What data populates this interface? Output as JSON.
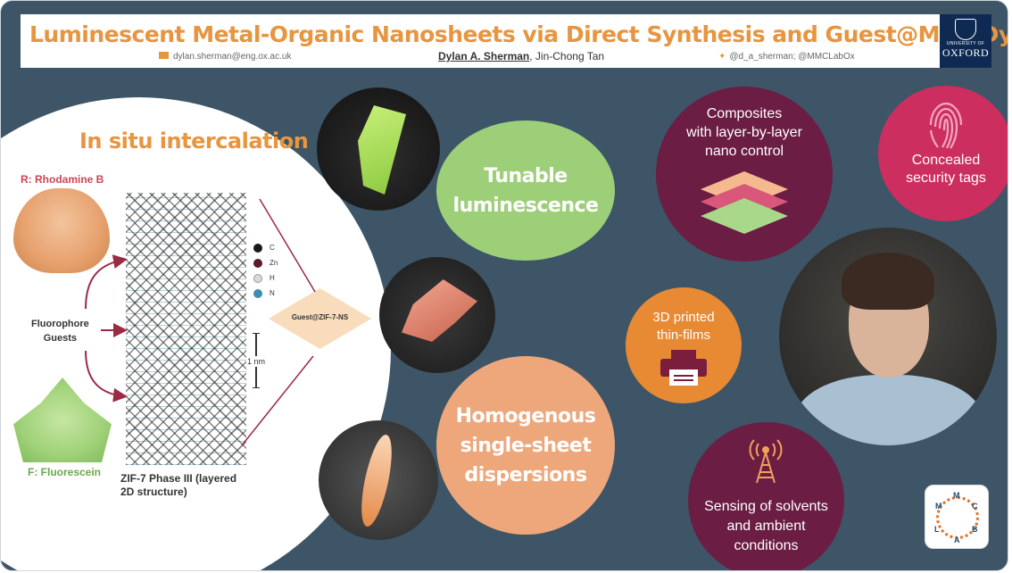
{
  "header": {
    "title": "Luminescent Metal-Organic Nanosheets via Direct Synthesis and Guest@MOF Dye Encapsulation",
    "email": "dylan.sherman@eng.ox.ac.uk",
    "lead_author": "Dylan A. Sherman",
    "coauthor": ", Jin-Chong Tan",
    "twitter": "@d_a_sherman; @MMCLabOx",
    "logo_small": "UNIVERSITY OF",
    "logo_big": "OXFORD"
  },
  "left_panel": {
    "heading": "In situ intercalation",
    "rhodamine_label": "R: Rhodamine B",
    "fluorescein_label": "F: Fluorescein",
    "guests_line1": "Fluorophore",
    "guests_line2": "Guests",
    "legend": [
      {
        "symbol": "C",
        "color": "#1a1a1a"
      },
      {
        "symbol": "Zn",
        "color": "#5a1a2a"
      },
      {
        "symbol": "H",
        "color": "#d9d9d9"
      },
      {
        "symbol": "N",
        "color": "#3a8fb0"
      }
    ],
    "scale": "1 nm",
    "structure_line1": "ZIF-7 Phase III (layered",
    "structure_line2": "2D structure)",
    "guest_tag": "Guest@ZIF-7-NS"
  },
  "features": {
    "tunable_1": "Tunable",
    "tunable_2": "luminescence",
    "homog_1": "Homogenous",
    "homog_2": "single-sheet",
    "homog_3": "dispersions",
    "composites_1": "Composites",
    "composites_2": "with layer-by-layer",
    "composites_3": "nano control",
    "concealed_1": "Concealed",
    "concealed_2": "security tags",
    "printed_1": "3D printed",
    "printed_2": "thin-films",
    "sensing_1": "Sensing of solvents",
    "sensing_2": "and ambient",
    "sensing_3": "conditions"
  },
  "lab_logo": [
    "M",
    "M",
    "C",
    "L",
    "A",
    "B"
  ],
  "colors": {
    "background": "#3d5566",
    "accent_orange": "#e7953e",
    "green": "#9ccf78",
    "peach": "#eda77b",
    "plum": "#6b1d44",
    "rose": "#cc2f5f"
  }
}
